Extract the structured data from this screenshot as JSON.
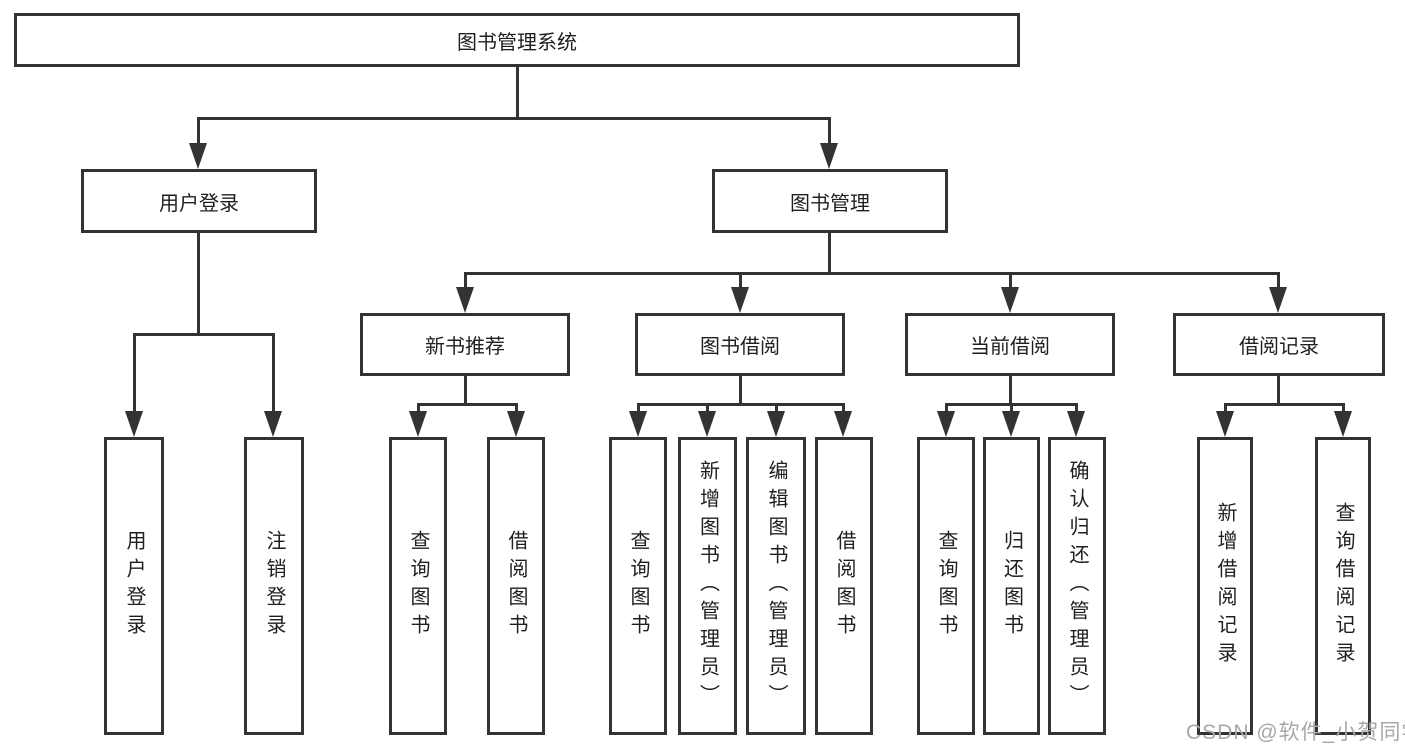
{
  "diagram": {
    "root": {
      "label": "图书管理系统"
    },
    "branches": [
      {
        "label": "用户登录",
        "leaves": [
          {
            "label": "用户登录"
          },
          {
            "label": "注销登录"
          }
        ]
      },
      {
        "label": "图书管理",
        "sections": [
          {
            "label": "新书推荐",
            "leaves": [
              {
                "label": "查询图书"
              },
              {
                "label": "借阅图书"
              }
            ]
          },
          {
            "label": "图书借阅",
            "leaves": [
              {
                "label": "查询图书"
              },
              {
                "label": "新增图书（管理员）"
              },
              {
                "label": "编辑图书（管理员）"
              },
              {
                "label": "借阅图书"
              }
            ]
          },
          {
            "label": "当前借阅",
            "leaves": [
              {
                "label": "查询图书"
              },
              {
                "label": "归还图书"
              },
              {
                "label": "确认归还（管理员）"
              }
            ]
          },
          {
            "label": "借阅记录",
            "leaves": [
              {
                "label": "新增借阅记录"
              },
              {
                "label": "查询借阅记录"
              }
            ]
          }
        ]
      }
    ]
  },
  "watermark": {
    "text": "CSDN @软件_小贺同学"
  },
  "colors": {
    "line": "#333333",
    "text": "#1f1f1f",
    "background": "#ffffff",
    "watermark": "#a8a8a8"
  }
}
